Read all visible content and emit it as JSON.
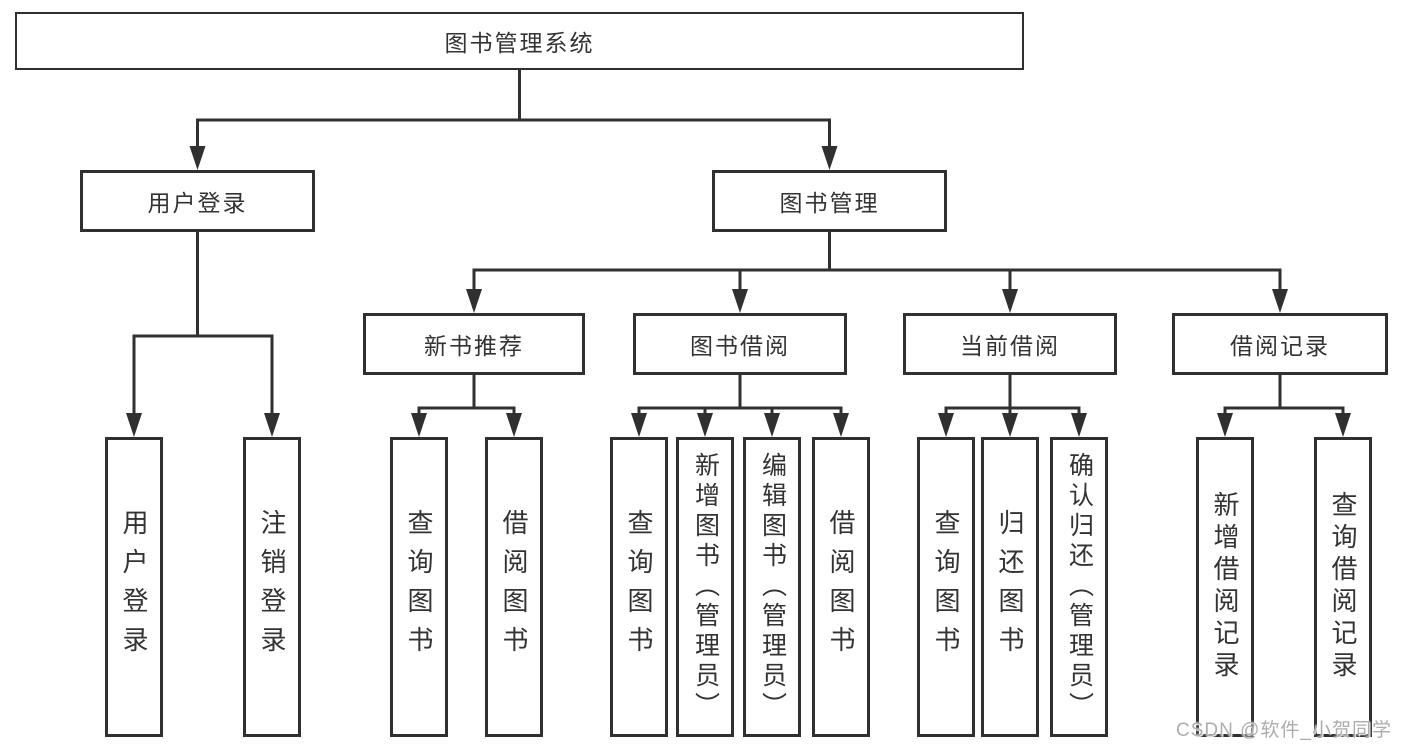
{
  "tree": {
    "label": "图书管理系统",
    "children": [
      {
        "label": "用户登录",
        "children": [
          {
            "label": "用户登录"
          },
          {
            "label": "注销登录"
          }
        ]
      },
      {
        "label": "图书管理",
        "children": [
          {
            "label": "新书推荐",
            "children": [
              {
                "label": "查询图书"
              },
              {
                "label": "借阅图书"
              }
            ]
          },
          {
            "label": "图书借阅",
            "children": [
              {
                "label": "查询图书"
              },
              {
                "label": "新增图书（管理员）"
              },
              {
                "label": "编辑图书（管理员）"
              },
              {
                "label": "借阅图书"
              }
            ]
          },
          {
            "label": "当前借阅",
            "children": [
              {
                "label": "查询图书"
              },
              {
                "label": "归还图书"
              },
              {
                "label": "确认归还（管理员）"
              }
            ]
          },
          {
            "label": "借阅记录",
            "children": [
              {
                "label": "新增借阅记录"
              },
              {
                "label": "查询借阅记录"
              }
            ]
          }
        ]
      }
    ]
  },
  "watermark": {
    "text": "CSDN @软件_小贺同学"
  },
  "colors": {
    "line": "#303030",
    "text": "#333333",
    "watermark": "#adadad",
    "background": "#ffffff"
  }
}
